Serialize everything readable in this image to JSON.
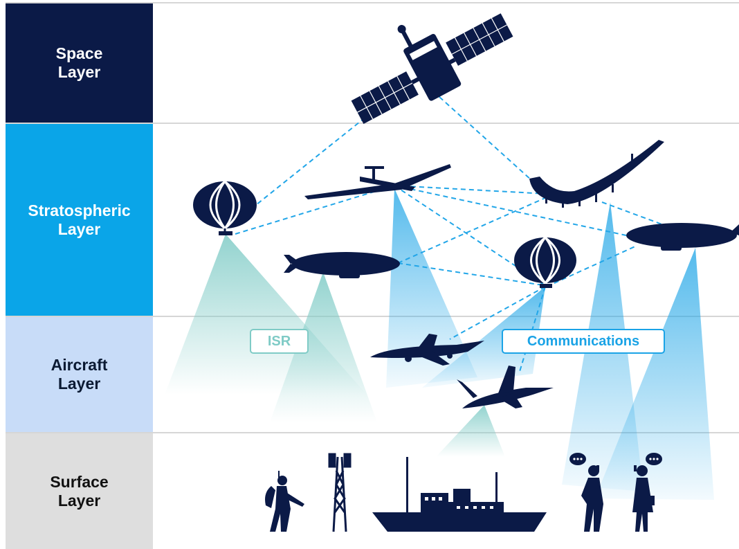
{
  "layers": {
    "space": "Space\nLayer",
    "stratospheric": "Stratospheric\nLayer",
    "aircraft": "Aircraft\nLayer",
    "surface": "Surface\nLayer"
  },
  "tags": {
    "isr": "ISR",
    "communications": "Communications"
  },
  "colors": {
    "space_layer": "#0b1a47",
    "stratospheric_layer": "#0aa5e8",
    "aircraft_layer": "#c8dcf8",
    "surface_layer": "#dedede",
    "silhouettes": "#0b1a47",
    "isr_beam": "#7fcbc6",
    "communications_beam": "#1aa3e6"
  }
}
